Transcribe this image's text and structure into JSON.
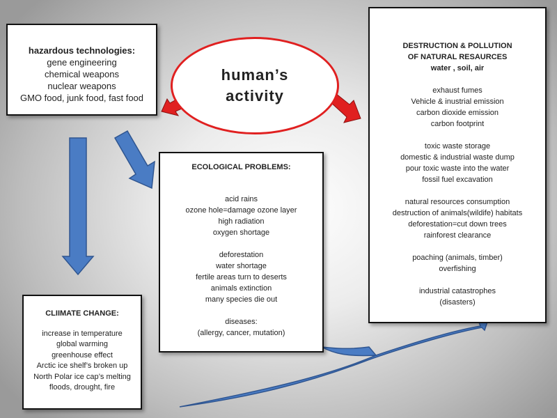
{
  "center": {
    "lines": [
      "human’s",
      "activity"
    ]
  },
  "hazardous": {
    "title": "hazardous technologies:",
    "items": [
      "gene engineering",
      "chemical weapons",
      "nuclear weapons",
      "GMO food, junk food,  fast food"
    ]
  },
  "destruction": {
    "title": [
      "DESTRUCTION & POLLUTION",
      "OF NATURAL RESAURCES",
      "water , soil, air"
    ],
    "groups": [
      [
        "exhaust  fumes",
        "Vehicle & inustrial emission",
        "carbon dioxide emission",
        "carbon footprint"
      ],
      [
        "toxic waste storage",
        "domestic & industrial waste dump",
        "pour toxic waste into the water",
        "fossil fuel excavation"
      ],
      [
        "natural resources consumption",
        "destruction of animals(wildife)  habitats",
        "deforestation=cut down trees",
        "rainforest clearance"
      ],
      [
        "poaching (animals, timber)",
        "overfishing"
      ],
      [
        "industrial   catastrophes",
        "(disasters)"
      ]
    ]
  },
  "ecological": {
    "title": "ECOLOGICAL PROBLEMS:",
    "groups": [
      [
        "acid rains",
        "ozone hole=damage ozone layer",
        "high radiation",
        "oxygen shortage"
      ],
      [
        "deforestation",
        "water shortage",
        "fertile areas turn to deserts",
        "animals extinction",
        "many species die out"
      ],
      [
        "diseases:",
        "(allergy, cancer, mutation)"
      ]
    ]
  },
  "climate": {
    "title": "CLIIMATE CHANGE:",
    "items": [
      "increase in temperature",
      "global warming",
      "greenhouse effect",
      "Arctic ice shelf’s broken up",
      "North Polar ice cap’s melting",
      "floods, drought, fire"
    ]
  },
  "colors": {
    "red_arrow": "#e02020",
    "blue_arrow": "#4a7cc4",
    "ellipse_border": "#e02020"
  }
}
